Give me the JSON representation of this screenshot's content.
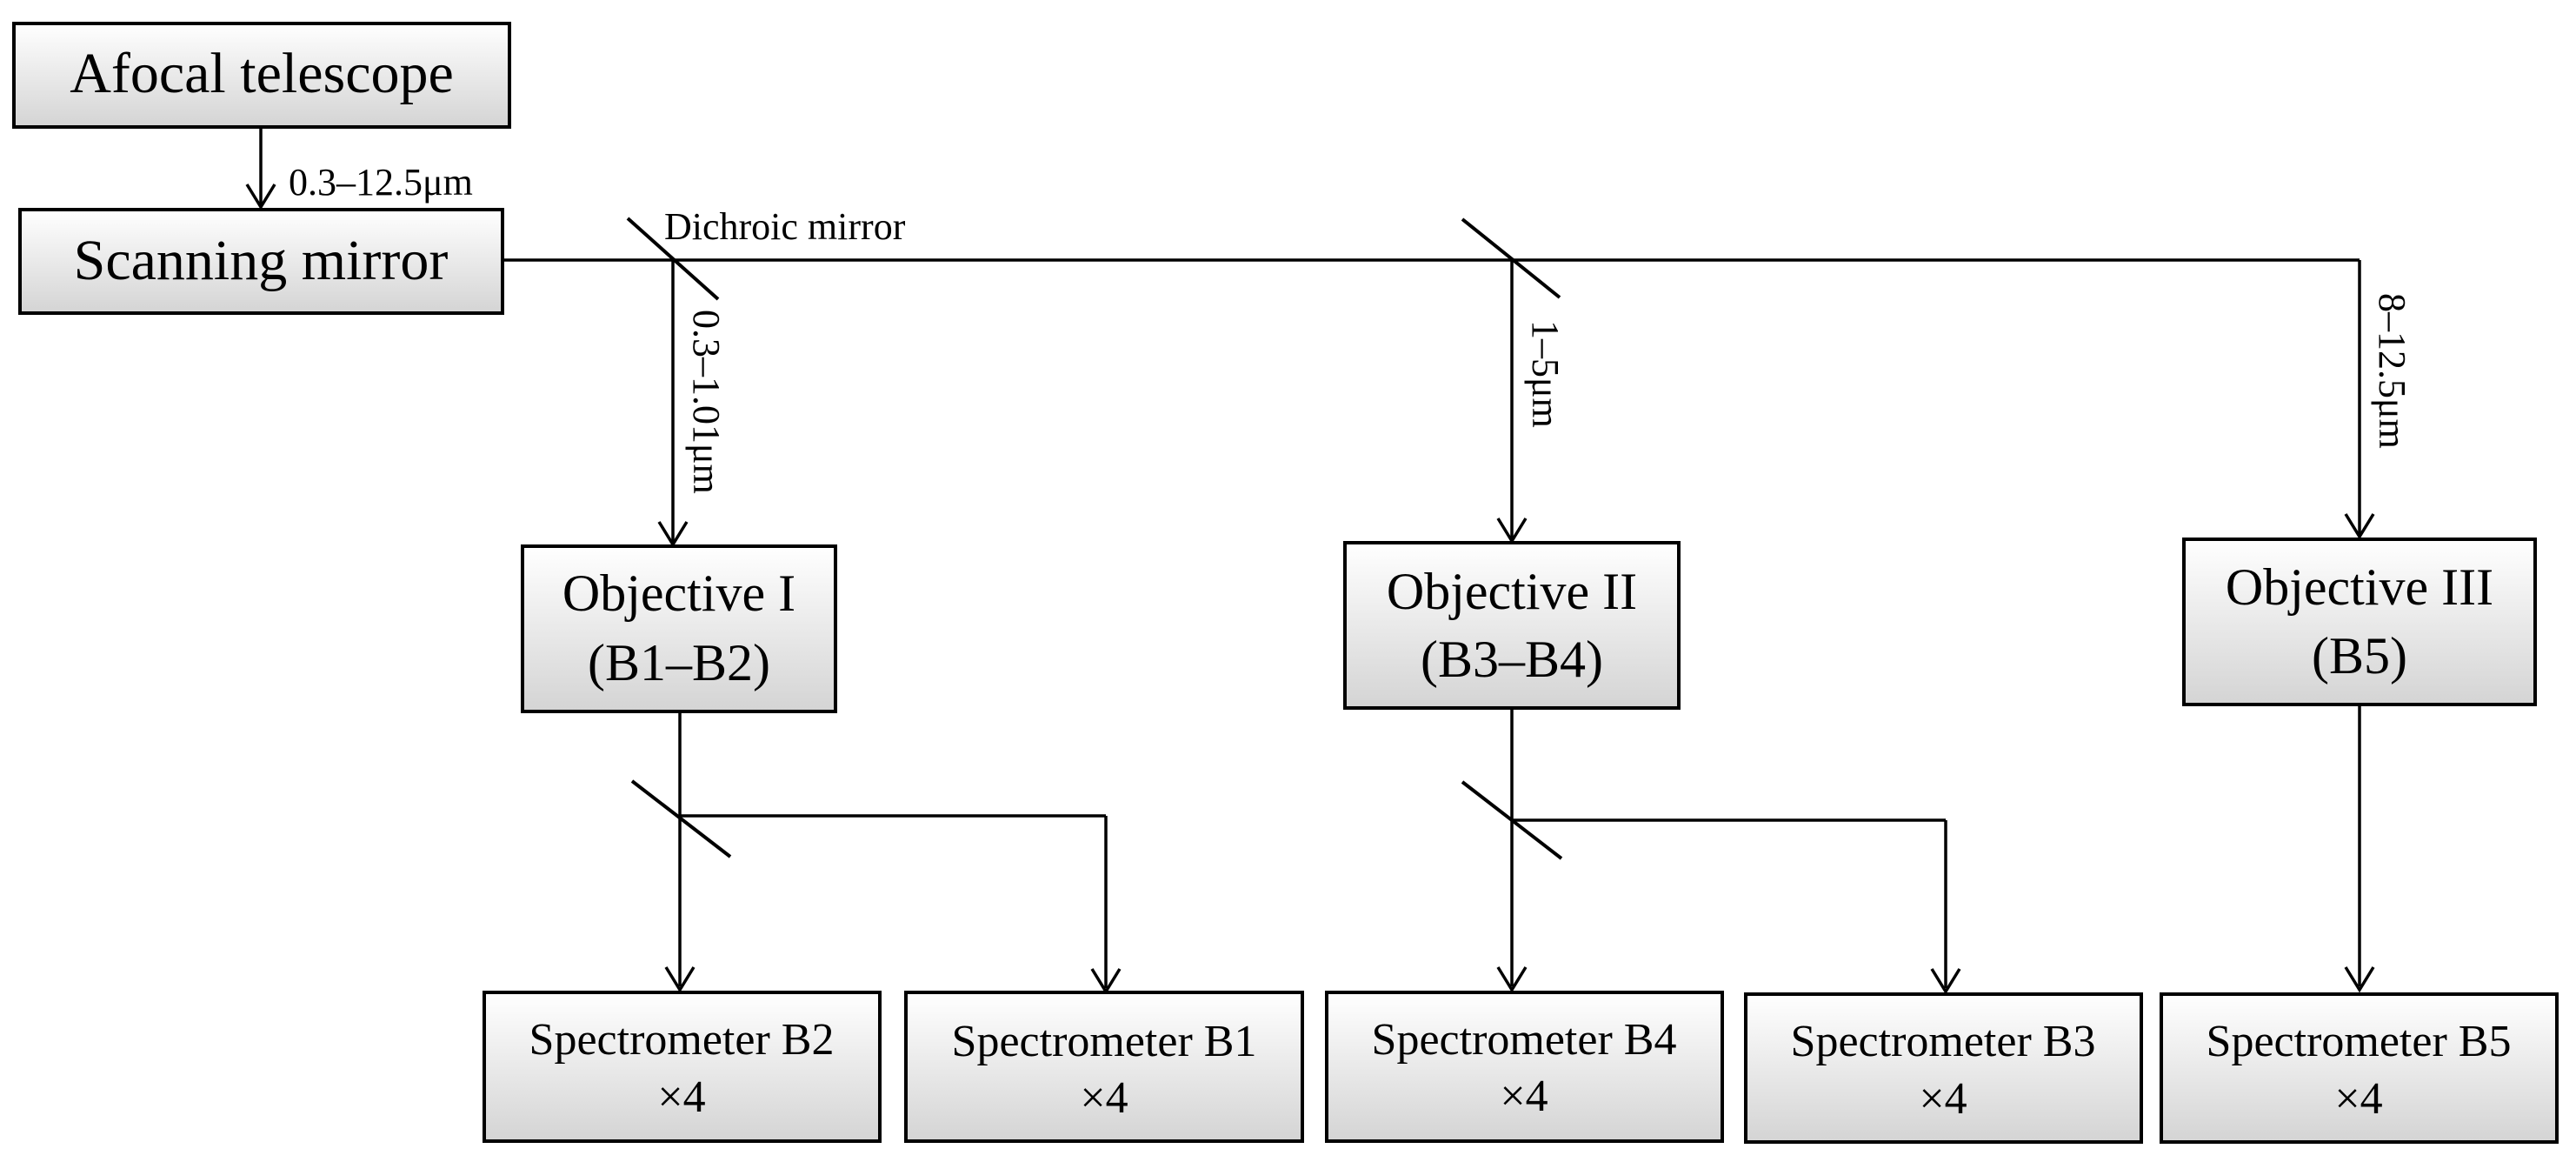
{
  "boxes": {
    "afocal_telescope": "Afocal telescope",
    "scanning_mirror": "Scanning mirror",
    "objective_1": {
      "line1": "Objective I",
      "line2": "(B1–B2)"
    },
    "objective_2": {
      "line1": "Objective II",
      "line2": "(B3–B4)"
    },
    "objective_3": {
      "line1": "Objective III",
      "line2": "(B5)"
    },
    "spectrometer_b2": {
      "line1": "Spectrometer B2",
      "line2": "×4"
    },
    "spectrometer_b1": {
      "line1": "Spectrometer B1",
      "line2": "×4"
    },
    "spectrometer_b4": {
      "line1": "Spectrometer B4",
      "line2": "×4"
    },
    "spectrometer_b3": {
      "line1": "Spectrometer B3",
      "line2": "×4"
    },
    "spectrometer_b5": {
      "line1": "Spectrometer B5",
      "line2": "×4"
    }
  },
  "labels": {
    "telescope_band": "0.3–12.5μm",
    "dichroic_mirror": "Dichroic mirror",
    "band_1": "0.3–1.01μm",
    "band_2": "1–5μm",
    "band_3": "8–12.5μm"
  },
  "colors": {
    "box_gradient_top": "#ffffff",
    "box_gradient_bottom": "#d4d4d4",
    "stroke": "#000000"
  }
}
